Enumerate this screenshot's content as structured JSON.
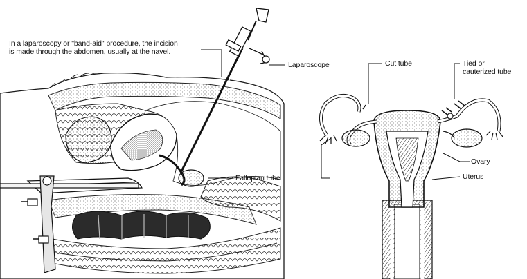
{
  "caption": {
    "line1": "In a laparoscopy or \"band-aid\" procedure, the incision",
    "line2": "is made through the abdomen, usually at the navel."
  },
  "labels": {
    "laparoscope": "Laparoscope",
    "fallopian_tube": "Fallopian tube",
    "cut_tube": "Cut tube",
    "tied_line1": "Tied or",
    "tied_line2": "cauterized tube",
    "ovary": "Ovary",
    "uterus": "Uterus"
  },
  "colors": {
    "ink": "#1a1a1a",
    "stipple": "#6b6b6b",
    "paper": "#ffffff"
  }
}
